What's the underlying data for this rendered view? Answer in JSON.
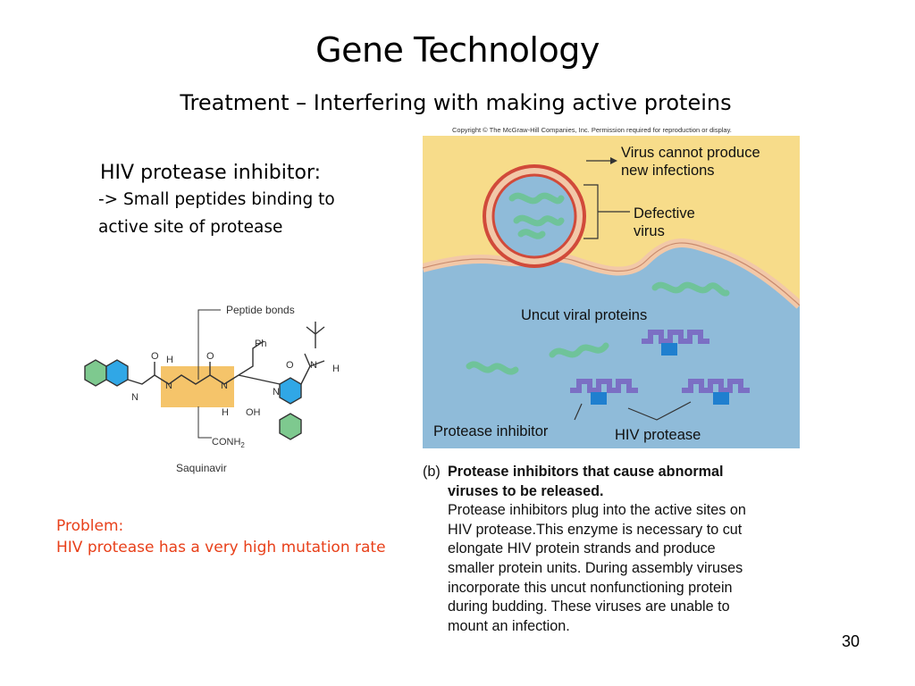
{
  "slide": {
    "title": "Gene Technology",
    "subtitle": "Treatment – Interfering with making active proteins",
    "bullet_head": "HIV protease inhibitor:",
    "bullet_line1": "-> Small peptides binding to",
    "bullet_line2": "active site of protease",
    "problem_label": "Problem:",
    "problem_text": "HIV protease has a very high mutation rate",
    "page_number": "30"
  },
  "figure": {
    "copyright": "Copyright © The McGraw-Hill Companies, Inc. Permission required for reproduction or display.",
    "label_no_infection_1": "Virus cannot produce",
    "label_no_infection_2": "new infections",
    "label_defective_1": "Defective",
    "label_defective_2": "virus",
    "label_uncut": "Uncut viral proteins",
    "label_inhibitor": "Protease inhibitor",
    "label_protease": "HIV protease"
  },
  "chem": {
    "label_peptide_bonds": "Peptide bonds",
    "label_ph": "Ph",
    "label_saquinavir": "Saquinavir",
    "label_conh2": "CONH",
    "label_conh2_sub": "2",
    "label_oh": "OH",
    "atoms": [
      "H",
      "N",
      "O",
      "N",
      "H",
      "O",
      "N",
      "O",
      "N",
      "H"
    ]
  },
  "caption": {
    "label": "(b)",
    "bold_line1": "Protease inhibitors that cause abnormal",
    "bold_line2": "viruses to be released.",
    "lines": [
      "Protease inhibitors plug into the active sites on",
      "HIV protease.This enzyme is necessary to cut",
      "elongate HIV protein strands and produce",
      "smaller protein units. During assembly viruses",
      "incorporate this uncut nonfunctioning protein",
      "during budding. These viruses are unable to",
      "mount an infection."
    ]
  },
  "colors": {
    "problem": "#e8401a",
    "cytoplasm": "#8fbbd9",
    "outside": "#f7dc8a",
    "membrane": "#f2c8a8",
    "protein_green": "#6fc39a",
    "protease_purple": "#7b6fc4",
    "inhibitor_blue": "#1f7fcf"
  }
}
